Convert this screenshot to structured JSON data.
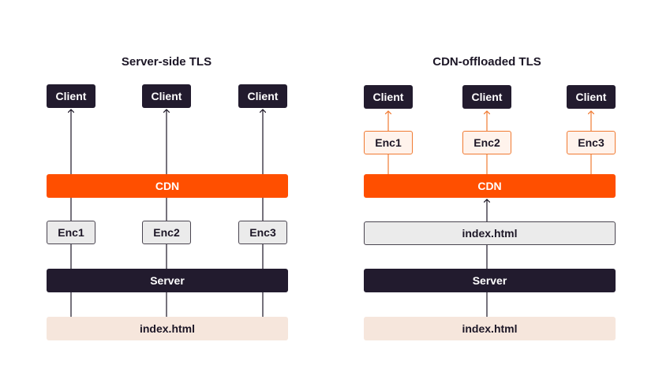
{
  "left": {
    "title": "Server-side TLS",
    "clients": [
      "Client",
      "Client",
      "Client"
    ],
    "cdn": "CDN",
    "encs": [
      "Enc1",
      "Enc2",
      "Enc3"
    ],
    "server": "Server",
    "file": "index.html"
  },
  "right": {
    "title": "CDN-offloaded TLS",
    "clients": [
      "Client",
      "Client",
      "Client"
    ],
    "encs": [
      "Enc1",
      "Enc2",
      "Enc3"
    ],
    "cdn": "CDN",
    "file_cached": "index.html",
    "server": "Server",
    "file": "index.html"
  },
  "colors": {
    "dark": "#221b2e",
    "cdn_orange": "#ff4f00",
    "enc_border_orange": "#f07a32",
    "grey_box": "#ebebeb",
    "file_tan": "#f6e6dc",
    "wire_dark": "#1c1626"
  }
}
